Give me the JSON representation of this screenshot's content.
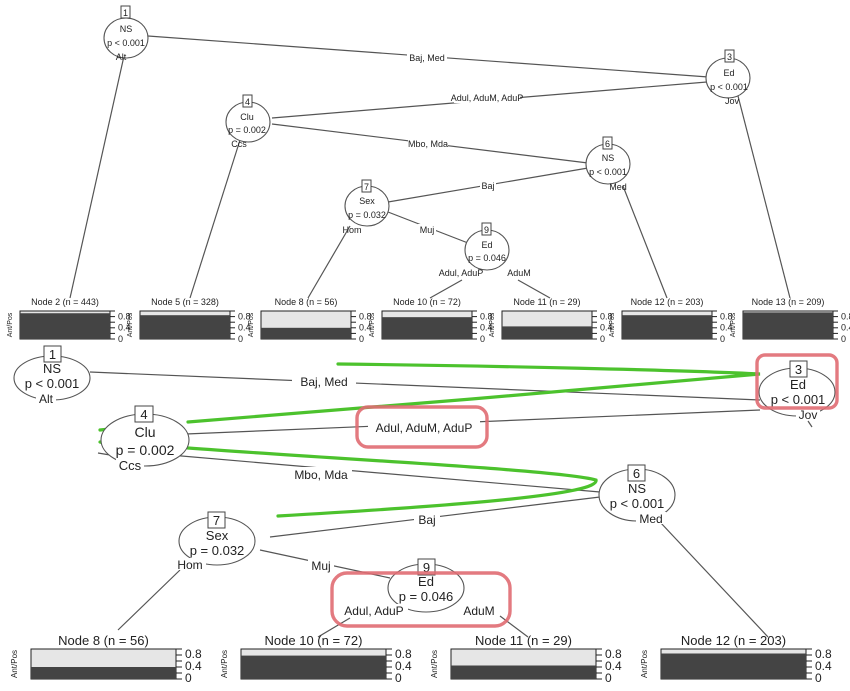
{
  "top_tree": {
    "title": "Conditional inference tree (overview)",
    "y_axis_label": "Ant/Pos",
    "y_ticks": [
      "0",
      "0.4",
      "0.8"
    ],
    "nodes": [
      {
        "id": "1",
        "var": "NS",
        "p": "p < 0.001"
      },
      {
        "id": "3",
        "var": "Ed",
        "p": "p < 0.001"
      },
      {
        "id": "4",
        "var": "Clu",
        "p": "p = 0.002"
      },
      {
        "id": "6",
        "var": "NS",
        "p": "p < 0.001"
      },
      {
        "id": "7",
        "var": "Sex",
        "p": "p = 0.032"
      },
      {
        "id": "9",
        "var": "Ed",
        "p": "p = 0.046"
      }
    ],
    "edges": [
      {
        "from": "1",
        "to": "3",
        "label": "Baj, Med"
      },
      {
        "from": "1",
        "to": "2",
        "label": "Alt"
      },
      {
        "from": "3",
        "to": "4",
        "label": "Adul, AduM, AduP"
      },
      {
        "from": "3",
        "to": "13",
        "label": "Jov"
      },
      {
        "from": "4",
        "to": "6",
        "label": "Mbo, Mda"
      },
      {
        "from": "4",
        "to": "5",
        "label": "Ccs"
      },
      {
        "from": "6",
        "to": "7",
        "label": "Baj"
      },
      {
        "from": "6",
        "to": "12",
        "label": "Med"
      },
      {
        "from": "7",
        "to": "8",
        "label": "Hom"
      },
      {
        "from": "7",
        "to": "9",
        "label": "Muj"
      },
      {
        "from": "9",
        "to": "10",
        "label": "Adul, AduP"
      },
      {
        "from": "9",
        "to": "11",
        "label": "AduM"
      }
    ],
    "leaves": [
      {
        "id": "2",
        "label": "Node 2 (n = 443)",
        "dark_fraction": 0.92
      },
      {
        "id": "5",
        "label": "Node 5 (n = 328)",
        "dark_fraction": 0.85
      },
      {
        "id": "8",
        "label": "Node 8 (n = 56)",
        "dark_fraction": 0.4
      },
      {
        "id": "10",
        "label": "Node 10 (n = 72)",
        "dark_fraction": 0.78
      },
      {
        "id": "11",
        "label": "Node 11 (n = 29)",
        "dark_fraction": 0.45
      },
      {
        "id": "12",
        "label": "Node 12 (n = 203)",
        "dark_fraction": 0.85
      },
      {
        "id": "13",
        "label": "Node 13 (n = 209)",
        "dark_fraction": 0.95
      }
    ]
  },
  "zoom_tree": {
    "y_axis_label": "Ant/Pos",
    "y_ticks": [
      "0",
      "0.4",
      "0.8"
    ],
    "nodes": [
      {
        "id": "1",
        "var": "NS",
        "p": "p < 0.001",
        "split_label": "Alt"
      },
      {
        "id": "3",
        "var": "Ed",
        "p": "p < 0.001",
        "split_label": "Jov"
      },
      {
        "id": "4",
        "var": "Clu",
        "p": "p = 0.002",
        "split_label": "Ccs"
      },
      {
        "id": "6",
        "var": "NS",
        "p": "p < 0.001",
        "split_label": "Med"
      },
      {
        "id": "7",
        "var": "Sex",
        "p": "p = 0.032",
        "split_label": "Hom"
      },
      {
        "id": "9",
        "var": "Ed",
        "p": "p = 0.046",
        "split_label": "Adul, AduP",
        "split_label_right": "AduM"
      }
    ],
    "edge_labels": {
      "n1_n3": "Baj, Med",
      "n3_n4": "Adul, AduM, AduP",
      "n4_n6": "Mbo, Mda",
      "n6_n7": "Baj",
      "n7_n9": "Muj"
    },
    "leaves": [
      {
        "id": "8",
        "label": "Node 8 (n = 56)",
        "dark_fraction": 0.4
      },
      {
        "id": "10",
        "label": "Node 10 (n = 72)",
        "dark_fraction": 0.78
      },
      {
        "id": "11",
        "label": "Node 11 (n = 29)",
        "dark_fraction": 0.45
      },
      {
        "id": "12",
        "label": "Node 12 (n = 203)",
        "dark_fraction": 0.85
      }
    ],
    "annotations": {
      "highlight_color": "#e06b72",
      "path_color": "#4cc22d",
      "highlighted": [
        "node-3",
        "edge-label-adul-adum-adup",
        "node-9-split"
      ]
    }
  }
}
